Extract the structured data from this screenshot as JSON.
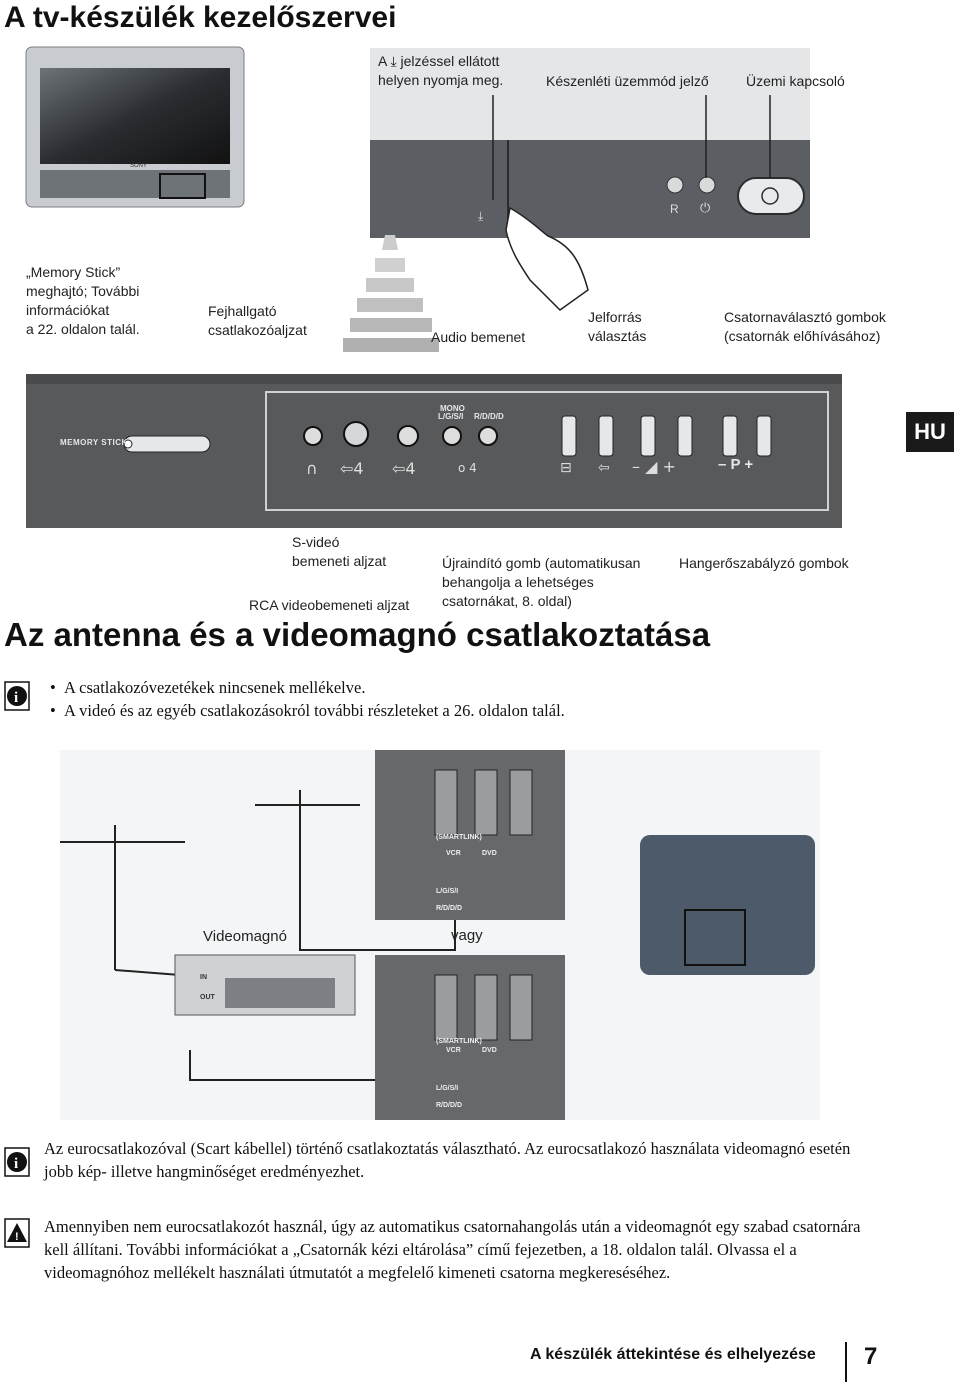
{
  "page_title": "A tv-készülék kezelőszervei",
  "section_title": "Az antenna és a videomagnó csatlakoztatása",
  "lang_badge": "HU",
  "tv_labels": {
    "press_line1": "A ⤓ jelzéssel ellátott",
    "press_line2": "helyen nyomja meg.",
    "standby": "Készenléti üzemmód jelző",
    "power": "Üzemi kapcsoló",
    "memory_stick_1": "„Memory Stick”",
    "memory_stick_2": "meghajtó; További",
    "memory_stick_3": "információkat",
    "memory_stick_4": "a 22. oldalon talál.",
    "headphone_1": "Fejhallgató",
    "headphone_2": "csatlakozóaljzat",
    "audio_in": "Audio bemenet",
    "source_1": "Jelforrás",
    "source_2": "választás",
    "channel_1": "Csatornaválasztó gombok",
    "channel_2": "(csatornák előhívásához)",
    "svideo_1": "S-videó",
    "svideo_2": "bemeneti aljzat",
    "rca": "RCA videobemeneti aljzat",
    "reset_1": "Újraindító gomb (automatikusan",
    "reset_2": "behangolja a lehetséges",
    "reset_3": "csatornákat, 8. oldal)",
    "volume": "Hangerőszabályzó gombok"
  },
  "panel": {
    "memory_stick_logo": "MEMORY STICK",
    "mono": "MONO",
    "lgsi": "L/G/S/I",
    "rddd": "R/D/D/D",
    "p_label": "– P +"
  },
  "notes": [
    "A csatlakozóvezetékek nincsenek mellékelve.",
    "A videó és az egyéb csatlakozásokról további részleteket a 26. oldalon talál."
  ],
  "diagram": {
    "videomagno": "Videomagnó",
    "vagy": "vagy",
    "smartlink": "(SMARTLINK)",
    "vcr": "VCR",
    "dvd": "DVD",
    "in": "IN",
    "out": "OUT",
    "lgsi": "L/G/S/I",
    "rddd": "R/D/D/D"
  },
  "info_text": "Az eurocsatlakozóval (Scart kábellel) történő csatlakoztatás választható. Az eurocsatlakozó használata videomagnó esetén jobb kép- illetve hangminőséget eredményezhet.",
  "warning_text": "Amennyiben nem eurocsatlakozót használ, úgy az automatikus csatornahangolás után a videomagnót egy szabad csatornára kell állítani. További információkat a „Csatornák kézi eltárolása” című fejezetben, a 18. oldalon talál. Olvassa el a videomagnóhoz mellékelt használati útmutatót a megfelelő kimeneti csatorna megkereséséhez.",
  "footer": {
    "chapter": "A készülék áttekintése és elhelyezése",
    "page": "7"
  }
}
